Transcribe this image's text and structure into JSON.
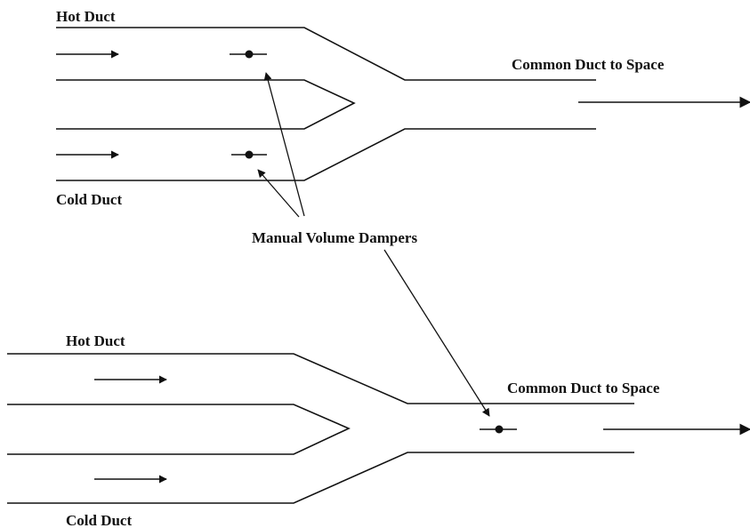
{
  "colors": {
    "ink": "#111111",
    "background": "#ffffff"
  },
  "top_diagram": {
    "hot_duct_label": "Hot Duct",
    "cold_duct_label": "Cold Duct",
    "common_duct_label": "Common Duct to Space"
  },
  "shared": {
    "dampers_label": "Manual Volume Dampers"
  },
  "bottom_diagram": {
    "hot_duct_label": "Hot Duct",
    "cold_duct_label": "Cold Duct",
    "common_duct_label": "Common Duct to Space"
  }
}
